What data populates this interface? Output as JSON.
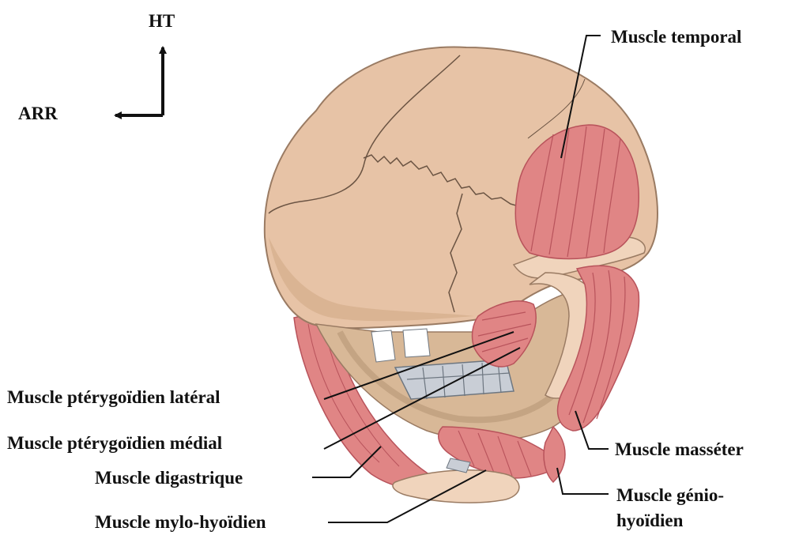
{
  "orientation": {
    "up_label": "HT",
    "back_label": "ARR"
  },
  "labels": {
    "temporal": "Muscle temporal",
    "pterygoid_lateral": "Muscle ptérygoïdien latéral",
    "pterygoid_medial": "Muscle ptérygoïdien médial",
    "digastric": "Muscle digastrique",
    "mylohyoid": "Muscle mylo-hyoïdien",
    "masseter": "Muscle masséter",
    "geniohyoid_line1": "Muscle génio-",
    "geniohyoid_line2": "hyoïdien"
  },
  "colors": {
    "bone": "#e7c3a6",
    "bone_shadow": "#c9a78a",
    "muscle": "#e08585",
    "muscle_dark": "#b8535b",
    "teeth": "#c9ced6",
    "leader": "#111111"
  }
}
